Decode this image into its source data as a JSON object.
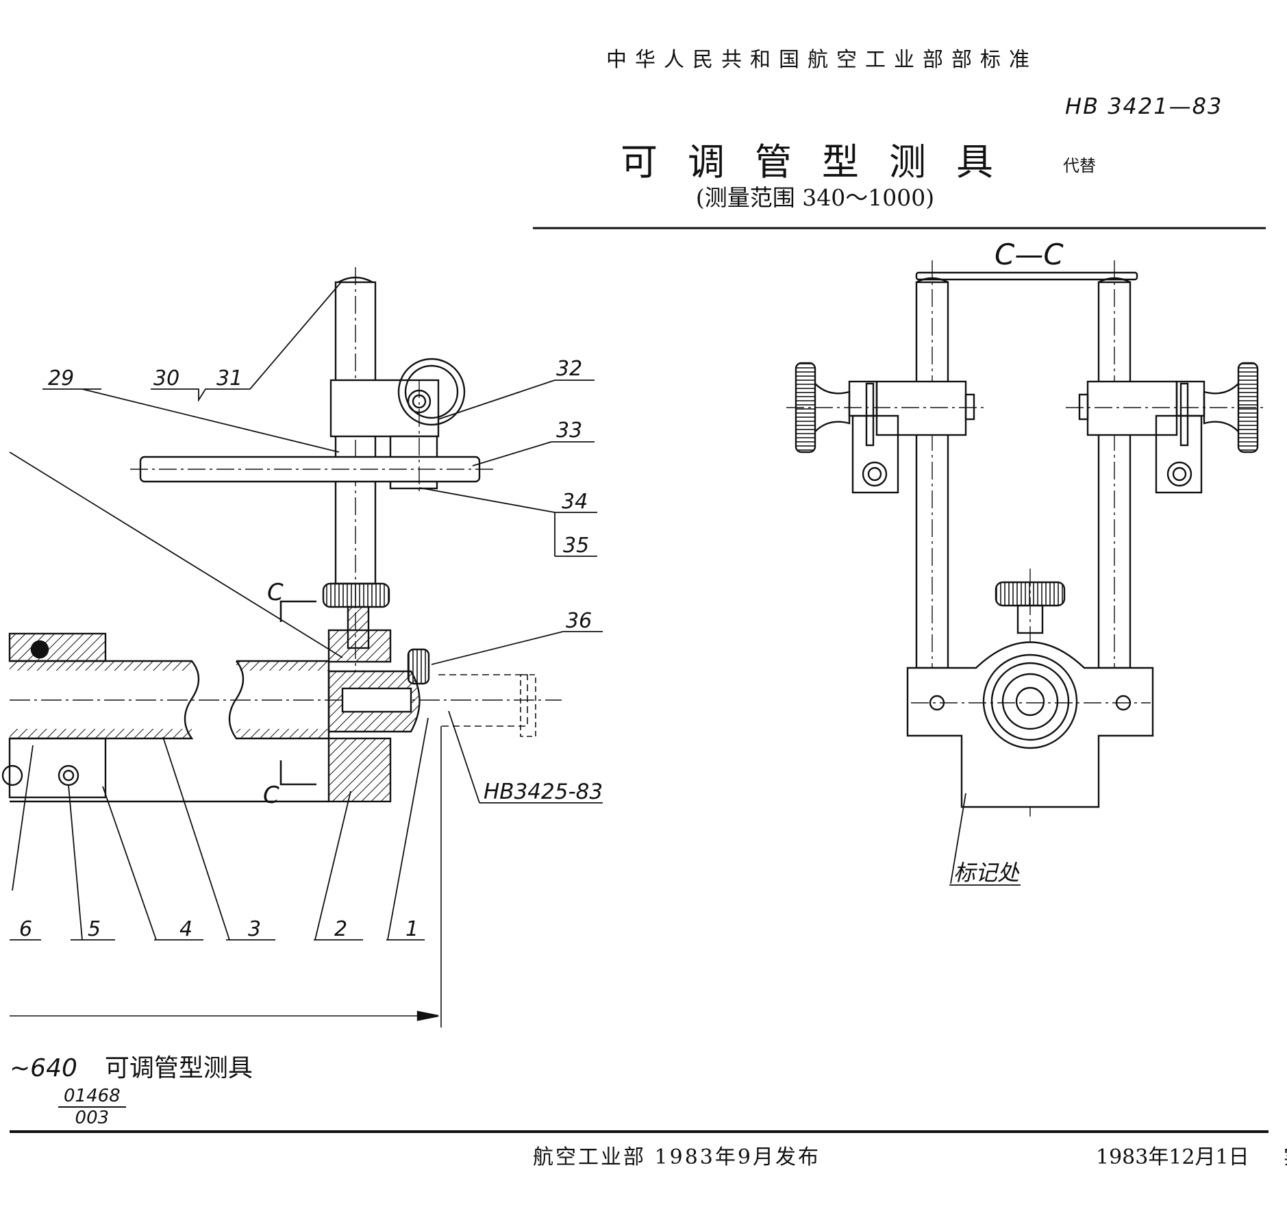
{
  "header": {
    "organization": "中华人民共和国航空工业部部标准",
    "standard_number": "HB 3421—83",
    "title": "可调管型测具",
    "subtitle": "(测量范围 340～1000)",
    "replaces": "代替"
  },
  "section": {
    "label": "C—C",
    "marking_note": "标记处"
  },
  "part_labels": [
    "29",
    "30",
    "31",
    "32",
    "33",
    "34",
    "35",
    "36",
    "6",
    "5",
    "4",
    "3",
    "2",
    "1"
  ],
  "cut_marks": [
    "C",
    "C"
  ],
  "reference_standard": "HB3425-83",
  "left_title": {
    "range": "~640",
    "name": "可调管型测具",
    "code_top": "01468",
    "code_bottom": "003"
  },
  "footer": {
    "issued": "航空工业部 1983年9月发布",
    "effective_date": "1983年12月1日",
    "effective_label": "实施"
  }
}
